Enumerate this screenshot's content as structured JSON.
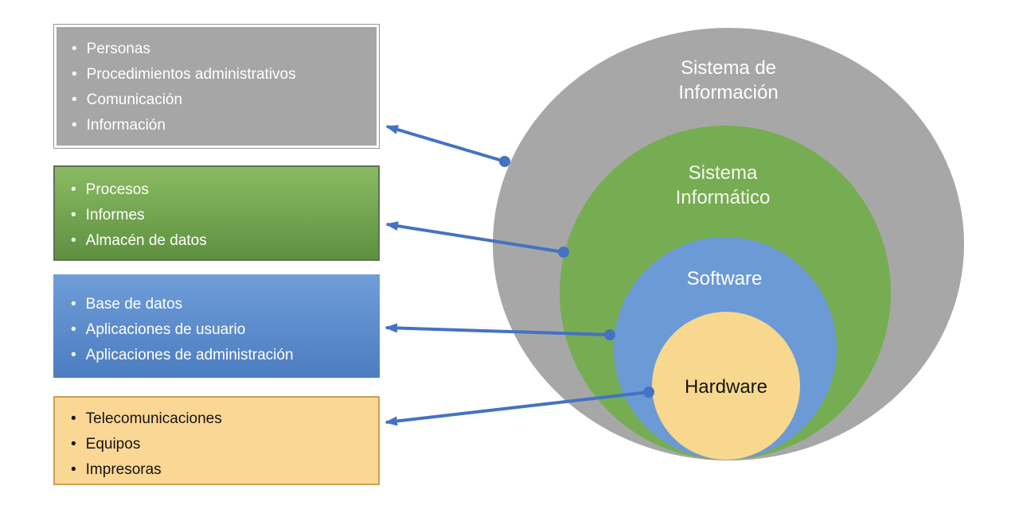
{
  "diagram_title": "Sistema de Información - nested components diagram",
  "colors": {
    "arrow": "#4472c4",
    "gray": "#a7a7a7",
    "green": "#77ad52",
    "blue": "#6b9ad6",
    "tan": "#f8d78f"
  },
  "rings": [
    {
      "id": "sistema-informacion",
      "line1": "Sistema de",
      "line2": "Información",
      "color": "#a7a7a7",
      "text_color": "#ffffff"
    },
    {
      "id": "sistema-informatico",
      "line1": "Sistema",
      "line2": "Informático",
      "color": "#77ad52",
      "text_color": "#f5f7f0"
    },
    {
      "id": "software",
      "line1": "Software",
      "line2": "",
      "color": "#6b9ad6",
      "text_color": "#ffffff"
    },
    {
      "id": "hardware",
      "line1": "Hardware",
      "line2": "",
      "color": "#f8d78f",
      "text_color": "#151515"
    }
  ],
  "boxes": [
    {
      "id": "sistema-informacion-items",
      "items": [
        "Personas",
        "Procedimientos administrativos",
        "Comunicación",
        "Información"
      ]
    },
    {
      "id": "sistema-informatico-items",
      "items": [
        "Procesos",
        "Informes",
        "Almacén de datos"
      ]
    },
    {
      "id": "software-items",
      "items": [
        "Base de datos",
        "Aplicaciones de usuario",
        "Aplicaciones de administración"
      ]
    },
    {
      "id": "hardware-items",
      "items": [
        "Telecomunicaciones",
        "Equipos",
        "Impresoras"
      ]
    }
  ]
}
